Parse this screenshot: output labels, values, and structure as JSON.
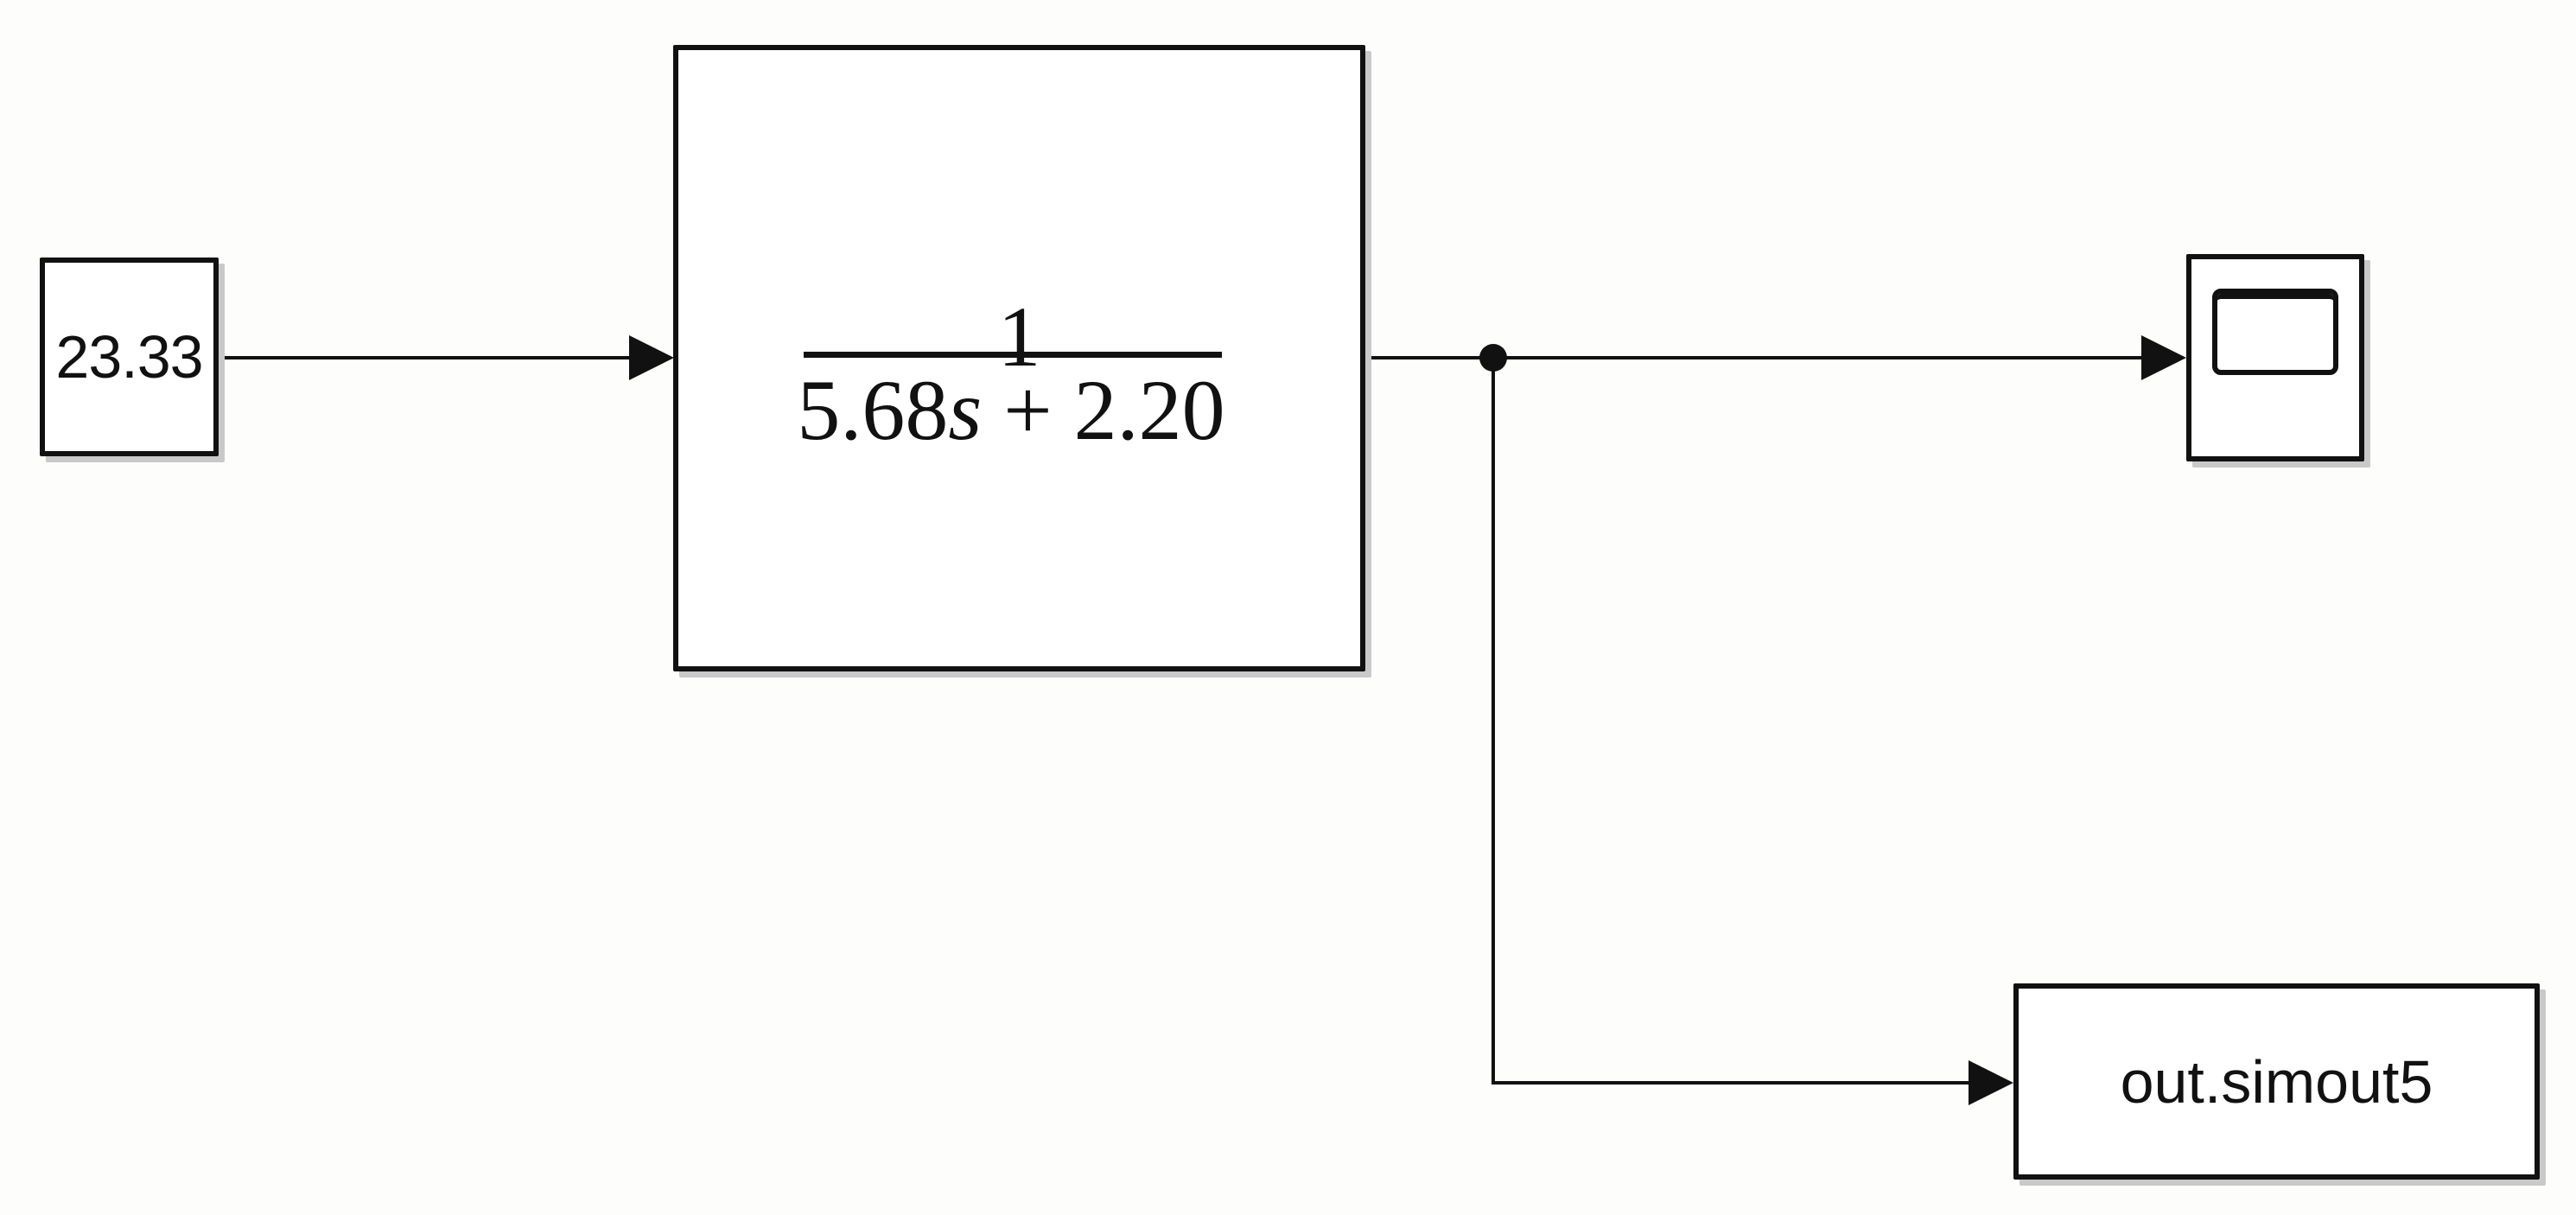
{
  "diagram": {
    "blocks": {
      "constant": {
        "type": "Constant",
        "value": "23.33"
      },
      "transfer_fcn": {
        "type": "Transfer Fcn",
        "numerator": "1",
        "denominator_coeff": "5.68",
        "denominator_var": "s",
        "denominator_rest": "+ 2.20"
      },
      "scope": {
        "type": "Scope",
        "icon": "scope-screen-icon"
      },
      "to_workspace": {
        "type": "To Workspace",
        "variable": "out.simout5"
      }
    },
    "connections": [
      {
        "from": "constant",
        "to": "transfer_fcn"
      },
      {
        "from": "transfer_fcn",
        "to": "scope"
      },
      {
        "from": "transfer_fcn",
        "to": "to_workspace",
        "branch": true
      }
    ],
    "colors": {
      "line": "#111111",
      "background": "#fdfdfc",
      "block_fill": "#ffffff",
      "shadow": "#c9c9c9"
    }
  }
}
